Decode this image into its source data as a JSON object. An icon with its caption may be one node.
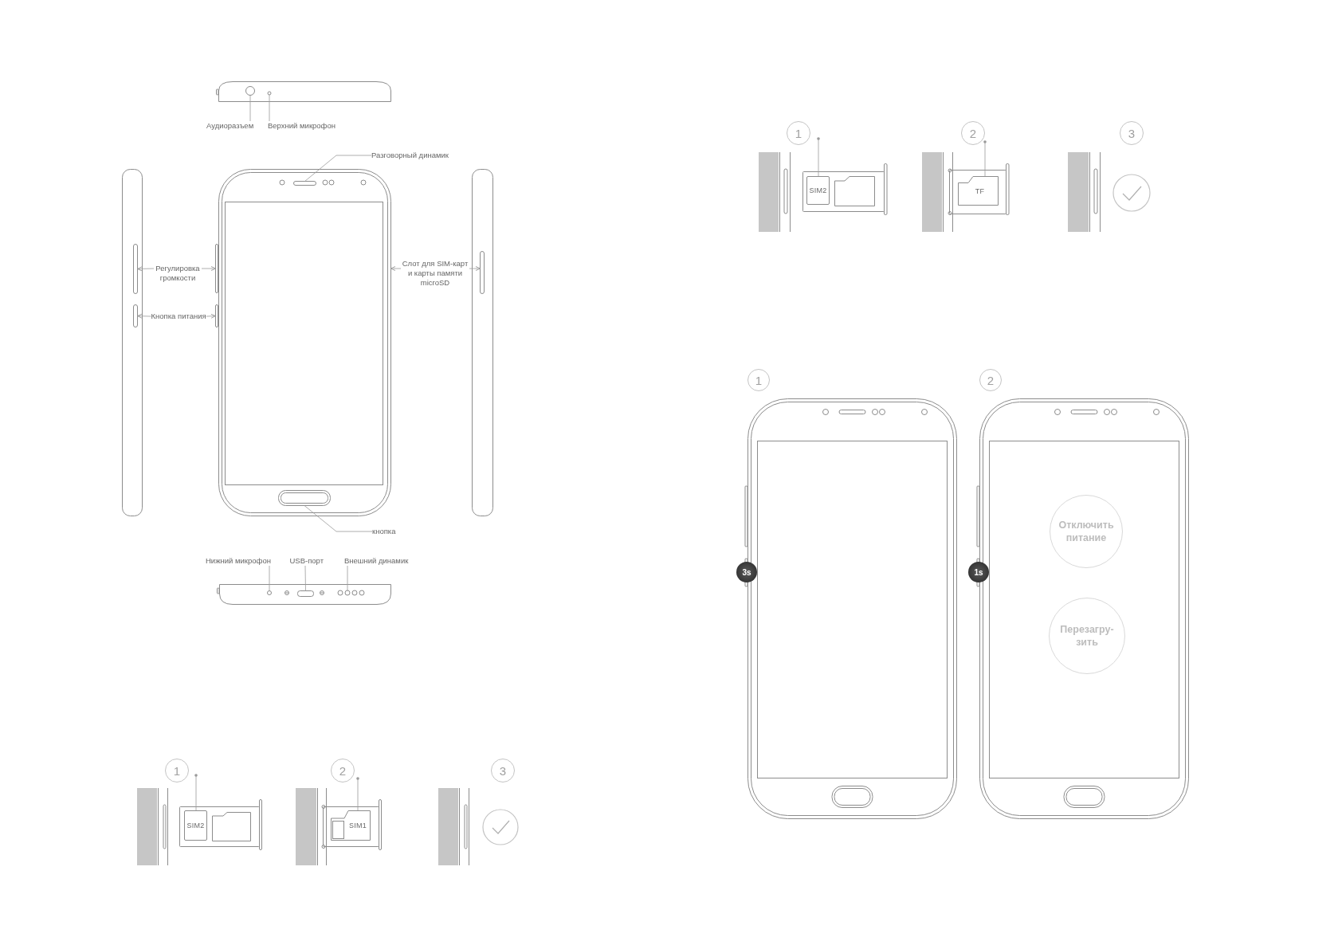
{
  "diagram": {
    "nodes": [
      {
        "text": [
          "Аудиоразъем"
        ]
      },
      {
        "text": [],
        "shape": "circle"
      },
      {
        "text": [
          "Верхний микрофон"
        ]
      },
      {
        "text": [],
        "shape": "circle"
      },
      {
        "text": [
          "Разговорный динамик"
        ]
      },
      {
        "text": [],
        "shape": "picture"
      },
      {
        "text": [],
        "shape": "bar",
        "in": 5
      },
      {
        "text": [
          "Регулировка громкости"
        ]
      },
      {
        "text": [],
        "shape": "bar"
      },
      {
        "text": [],
        "shape": "bar"
      },
      {
        "text": [
          "Кнопка питания"
        ]
      },
      {
        "text": [],
        "shape": "bar"
      },
      {
        "text": [],
        "shape": "bar"
      },
      {
        "text": [
          "Слот для SIM-карт и карты памяти microSD"
        ]
      },
      {
        "text": [],
        "shape": "bar"
      },
      {
        "text": [
          "кнопка"
        ]
      },
      {
        "text": [],
        "shape": "box",
        "in": 5
      },
      {
        "text": [
          "Нижний микрофон"
        ]
      },
      {
        "text": [],
        "shape": "circle"
      },
      {
        "text": [
          "USB-порт"
        ]
      },
      {
        "text": [],
        "shape": "box"
      },
      {
        "text": [
          "Внешний динамик"
        ]
      },
      {
        "text": [],
        "shape": "picture"
      },
      {
        "text": [
          "1"
        ]
      },
      {
        "text": [
          "SIM2"
        ]
      },
      {
        "text": [
          "2"
        ]
      },
      {
        "text": [
          "SIM1"
        ]
      },
      {
        "text": [
          "3"
        ]
      },
      {
        "text": [
          "1"
        ]
      },
      {
        "text": [
          "SIM2"
        ]
      },
      {
        "text": [
          "2"
        ]
      },
      {
        "text": [
          "TF"
        ]
      },
      {
        "text": [
          "3"
        ]
      },
      {
        "text": [
          "1"
        ]
      },
      {
        "text": [
          "3s"
        ]
      },
      {
        "text": [
          "2"
        ]
      },
      {
        "text": [
          "1s"
        ]
      },
      {
        "text": [
          "Отключить питание"
        ]
      },
      {
        "text": [
          "Перезагру- зить"
        ]
      }
    ],
    "edges": [
      {
        "from": 0,
        "to": 1,
        "arrow": "none"
      },
      {
        "from": 2,
        "to": 3,
        "arrow": "none"
      },
      {
        "from": 4,
        "to": 6,
        "arrow": "none"
      },
      {
        "from": 7,
        "to": 8,
        "arrow": "to"
      },
      {
        "from": 7,
        "to": 9,
        "arrow": "to"
      },
      {
        "from": 10,
        "to": 11,
        "arrow": "to"
      },
      {
        "from": 10,
        "to": 12,
        "arrow": "to"
      },
      {
        "from": 13,
        "to": 5,
        "arrow": "to"
      },
      {
        "from": 13,
        "to": 14,
        "arrow": "to"
      },
      {
        "from": 15,
        "to": 16,
        "arrow": "none"
      },
      {
        "from": 17,
        "to": 18,
        "arrow": "none"
      },
      {
        "from": 19,
        "to": 20,
        "arrow": "none"
      },
      {
        "from": 21,
        "to": 22,
        "arrow": "none"
      },
      {
        "from": null,
        "to": 24,
        "arrow": "other"
      },
      {
        "from": null,
        "to": 26,
        "arrow": "other"
      },
      {
        "from": null,
        "to": 29,
        "arrow": "other"
      },
      {
        "from": null,
        "to": 31,
        "arrow": "other"
      }
    ]
  }
}
